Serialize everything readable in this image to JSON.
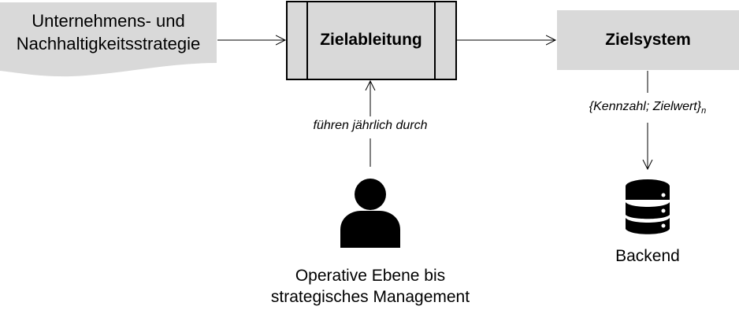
{
  "source": {
    "label": "Unternehmens- und Nachhaltigkeitsstrategie",
    "line1": "Unternehmens- und",
    "line2": "Nachhaltigkeitsstrategie"
  },
  "process": {
    "label": "Zielableitung"
  },
  "result": {
    "label": "Zielsystem"
  },
  "edge_actor": {
    "label": "führen jährlich durch"
  },
  "edge_output": {
    "label": "{Kennzahl; Zielwert}",
    "subscript": "n"
  },
  "actor": {
    "line1": "Operative Ebene bis",
    "line2": "strategisches Management",
    "icon": "person-icon"
  },
  "storage": {
    "label": "Backend",
    "icon": "database-icon"
  },
  "colors": {
    "fill": "#d9d9d9",
    "stroke": "#000000"
  }
}
